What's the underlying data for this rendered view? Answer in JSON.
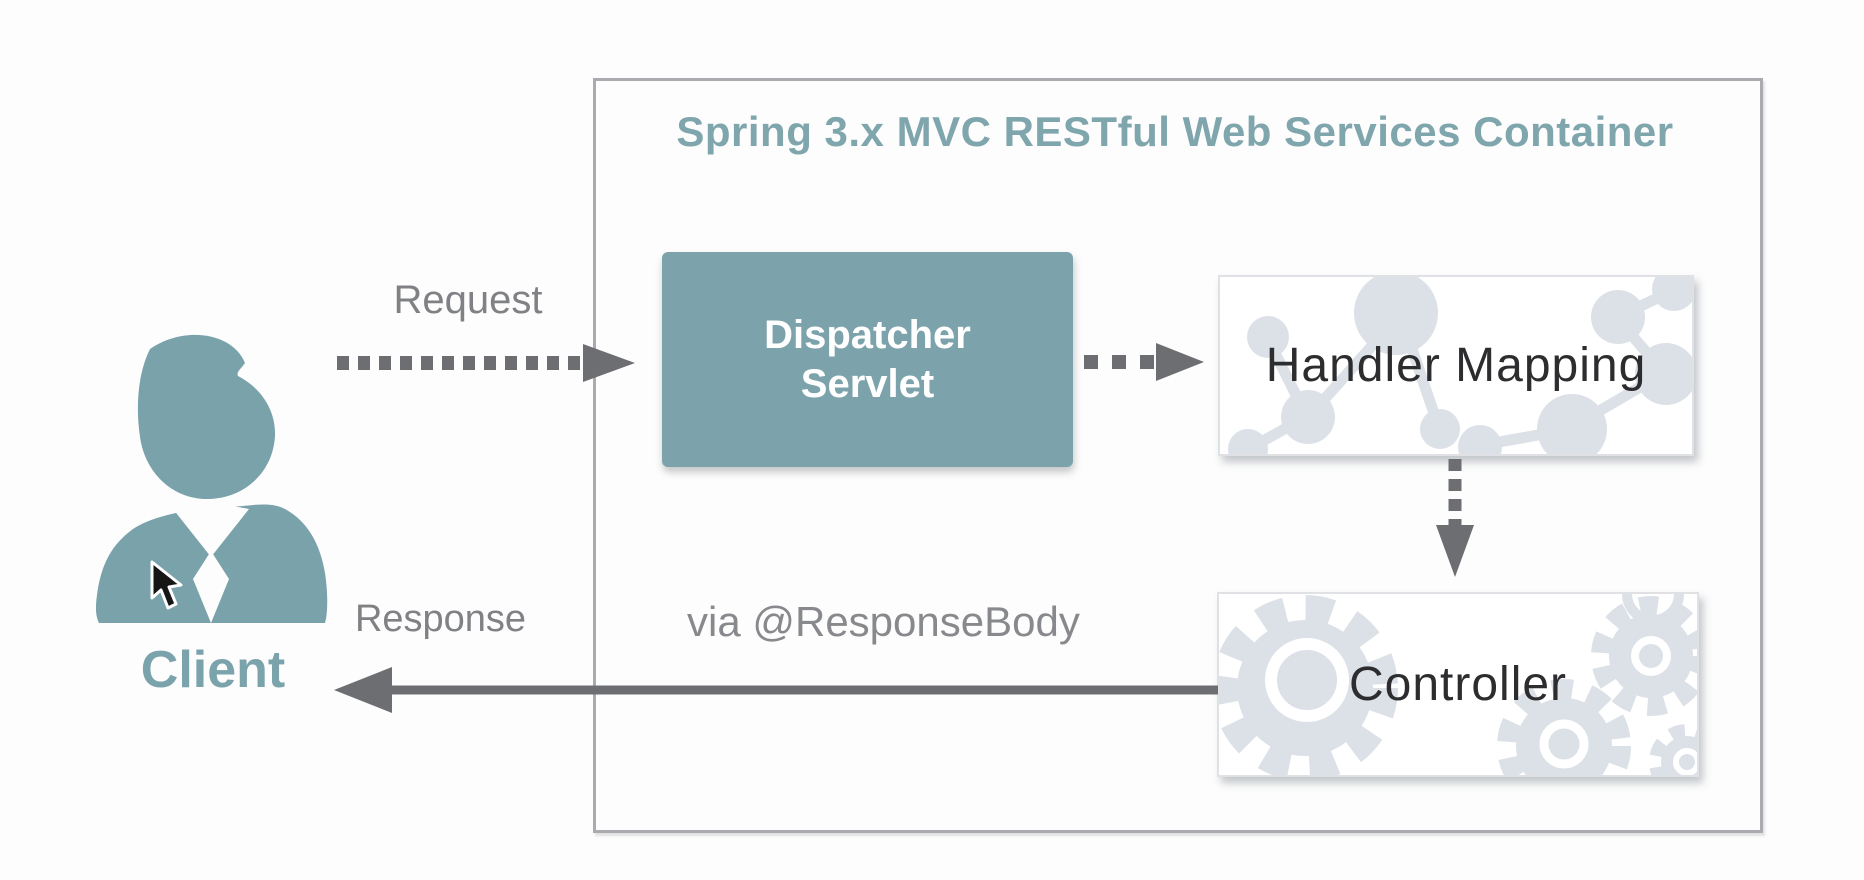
{
  "diagram": {
    "container_title": "Spring 3.x MVC RESTful Web Services Container",
    "client": {
      "label": "Client"
    },
    "flows": {
      "request_label": "Request",
      "response_label": "Response",
      "response_via_label": "via @ResponseBody"
    },
    "nodes": {
      "dispatcher_servlet": {
        "label": "Dispatcher Servlet"
      },
      "handler_mapping": {
        "label": "Handler Mapping"
      },
      "controller": {
        "label": "Controller"
      }
    },
    "icons": {
      "client": "person-icon",
      "pointer": "mouse-cursor-arrow-icon",
      "handler_mapping_background": "molecule-network-pattern",
      "controller_background": "gears-pattern",
      "request_arrow": "dotted-arrow-right",
      "dispatch_arrow": "dotted-arrow-right",
      "handler_to_controller_arrow": "dotted-arrow-down",
      "response_arrow": "solid-arrow-left"
    },
    "colors": {
      "teal_node": "#7ca3ab",
      "title_teal": "#7fa5ad",
      "client_teal": "#7ba3ac",
      "label_gray": "#808184",
      "arrow_gray": "#6d6e71",
      "container_border": "#a9abae",
      "pattern_gray": "#dce1e8",
      "node_text": "#2d2d30",
      "dispatcher_text": "#ffffff",
      "background": "#fdfdfd"
    }
  }
}
